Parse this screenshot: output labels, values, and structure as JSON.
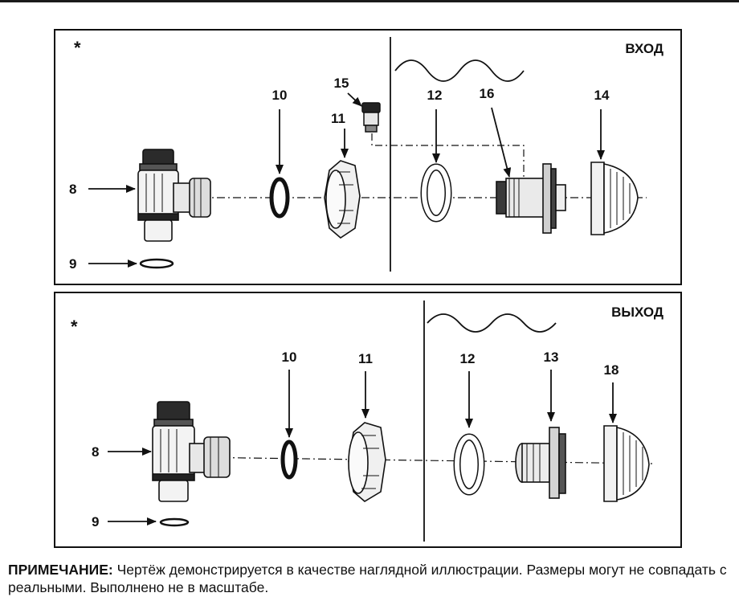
{
  "panels": [
    {
      "title": "ВХОД",
      "star": "*",
      "labels": [
        "8",
        "9",
        "10",
        "11",
        "15",
        "12",
        "16",
        "14"
      ]
    },
    {
      "title": "ВЫХОД",
      "star": "*",
      "labels": [
        "8",
        "9",
        "10",
        "11",
        "12",
        "13",
        "18"
      ]
    }
  ],
  "note": {
    "heading": "ПРИМЕЧАНИЕ:",
    "text": " Чертёж демонстрируется в качестве наглядной иллюстрации. Размеры могут не совпадать с реальными. Выполнено не в масштабе."
  }
}
